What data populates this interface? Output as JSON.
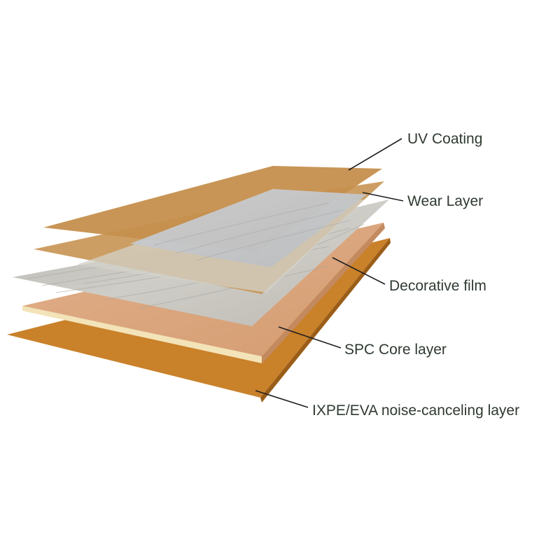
{
  "diagram": {
    "layers": [
      {
        "label": "UV Coating",
        "color": "#c58f4d"
      },
      {
        "label": "Wear Layer",
        "color": "#c99656"
      },
      {
        "label": "Decorative film",
        "color": "#c9c6c0"
      },
      {
        "label": "SPC Core layer",
        "color": "#d9a47d"
      },
      {
        "label": "IXPE/EVA noise-canceling layer",
        "color": "#c9812a"
      }
    ]
  }
}
